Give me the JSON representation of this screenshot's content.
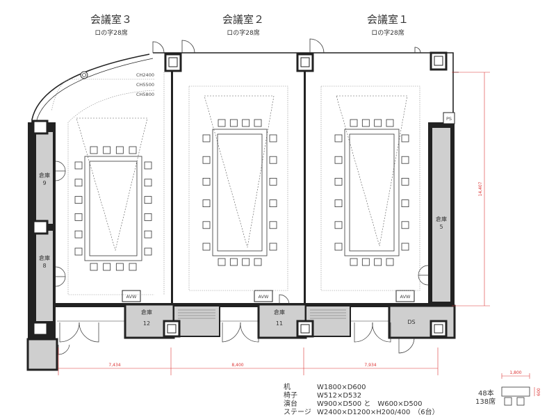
{
  "rooms": [
    {
      "name": "会議室３",
      "layout": "ロの字28席"
    },
    {
      "name": "会議室２",
      "layout": "ロの字28席"
    },
    {
      "name": "会議室１",
      "layout": "ロの字28席"
    }
  ],
  "ceiling_heights": [
    "CH2400",
    "CH5500",
    "CH5800"
  ],
  "storage": [
    {
      "name": "倉庫",
      "number": "9"
    },
    {
      "name": "倉庫",
      "number": "8"
    },
    {
      "name": "倉庫",
      "number": "5"
    },
    {
      "name": "倉庫",
      "number": "12"
    },
    {
      "name": "倉庫",
      "number": "11"
    }
  ],
  "avw_label": "AVW",
  "ds_label": "DS",
  "ps_label": "PS",
  "dimensions": {
    "room3_width": "7,434",
    "room2_width": "8,400",
    "room1_width": "7,934",
    "depth": "14,407",
    "table_w": "1,800",
    "table_d": "600"
  },
  "legend": {
    "rows": [
      {
        "label": "机",
        "value": "W1800×D600"
      },
      {
        "label": "椅子",
        "value": "W512×D532"
      },
      {
        "label": "演台",
        "value": "W900×D500 と　W600×D500"
      },
      {
        "label": "ステージ",
        "value": "W2400×D1200×H200/400　（6台）"
      }
    ],
    "count_tables": "48本",
    "count_seats": "138席"
  }
}
